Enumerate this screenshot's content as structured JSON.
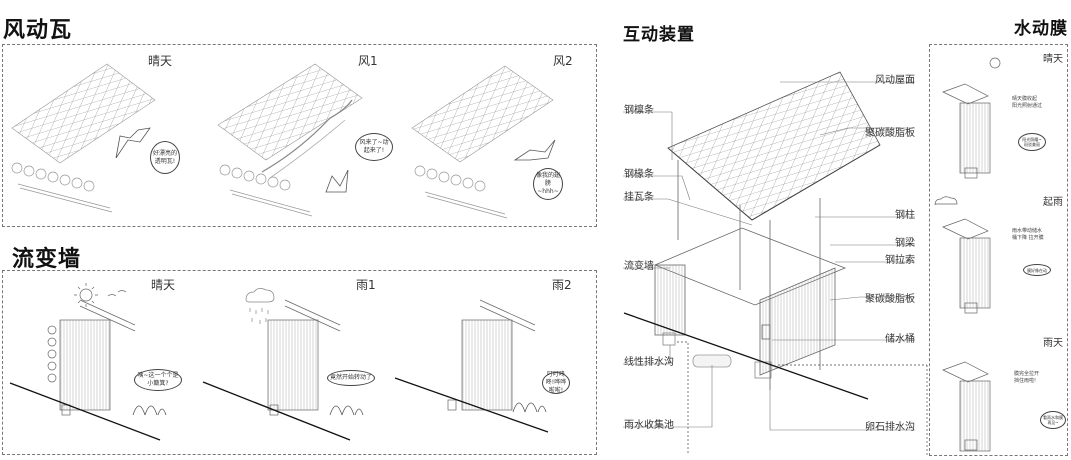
{
  "sections": {
    "wind_tile": {
      "title": "风动瓦",
      "panels": [
        {
          "label": "晴天",
          "bubble": "好漂亮的透明瓦!"
        },
        {
          "label": "风1",
          "bubble": "风来了~动起来了!"
        },
        {
          "label": "风2",
          "bubble": "像我的翅膀~hhh~"
        }
      ]
    },
    "rheo_wall": {
      "title": "流变墙",
      "panels": [
        {
          "label": "晴天",
          "bubble": "咦~这一个个是小簸箕?"
        },
        {
          "label": "雨1",
          "bubble": "竟然开始转动了"
        },
        {
          "label": "雨2",
          "bubble": "叮叮咚咚!哗哗啦啦!"
        }
      ]
    },
    "device": {
      "title": "互动装置",
      "callouts_left": [
        "钢檩条",
        "钢椽条",
        "挂瓦条",
        "流变墙",
        "线性排水沟",
        "雨水收集池"
      ],
      "callouts_right": [
        "风动屋面",
        "聚碳酸脂板",
        "钢柱",
        "钢梁",
        "钢拉索",
        "聚碳酸脂板",
        "储水桶",
        "卵石排水沟"
      ]
    },
    "water_membrane": {
      "title": "水动膜",
      "panels": [
        {
          "label": "晴天",
          "note": "晴天膜收起 阳光照射通过",
          "bubble": "阳光照耀~斑驳美丽"
        },
        {
          "label": "起雨",
          "note": "雨水带动储水桶下降 拉开膜",
          "bubble": "膜好像在动"
        },
        {
          "label": "雨天",
          "note": "膜完全拉开 挡住雨啦!",
          "bubble": "看雨水和膜再见~"
        }
      ]
    }
  }
}
